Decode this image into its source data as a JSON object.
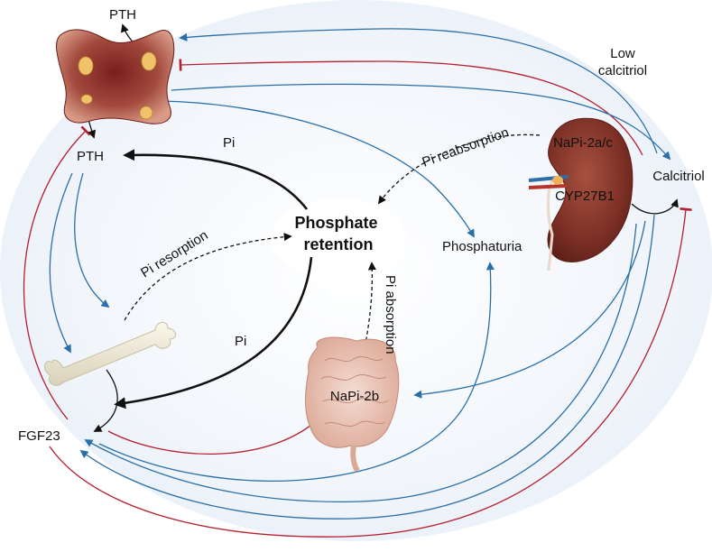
{
  "labels": {
    "pth_top": "PTH",
    "pth": "PTH",
    "low_calcitriol": "Low\ncalcitriol",
    "calcitriol": "Calcitriol",
    "napi_2ac": "NaPi-2a/c",
    "cyp27b1": "CYP27B1",
    "pi_reabsorption": "Pi reabsorption",
    "pi_upper": "Pi",
    "pi_lower": "Pi",
    "pi_resorption": "Pi resorption",
    "phosphate_retention": "Phosphate\nretention",
    "phosphaturia": "Phosphaturia",
    "pi_absorption": "Pi absorption",
    "napi_2b": "NaPi-2b",
    "fgf23": "FGF23"
  },
  "colors": {
    "stimulatory": "#2a6fa8",
    "inhibitory": "#b51f2e",
    "pi_flux": "#111111",
    "parathyroid": "#a2463b",
    "kidney": "#8c3b2e",
    "intestine": "#e9c4b8",
    "bone": "#ece6d2"
  }
}
